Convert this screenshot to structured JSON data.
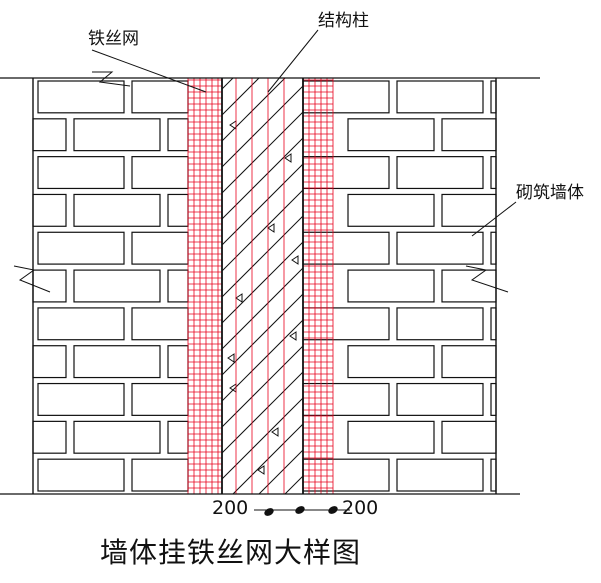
{
  "labels": {
    "wire_mesh": "铁丝网",
    "structural_column": "结构柱",
    "masonry_wall": "砌筑墙体",
    "dim_left": "200",
    "dim_right": "200",
    "title": "墙体挂铁丝网大样图"
  },
  "colors": {
    "line": "#111111",
    "mesh": "#e8001c",
    "background": "#ffffff"
  }
}
